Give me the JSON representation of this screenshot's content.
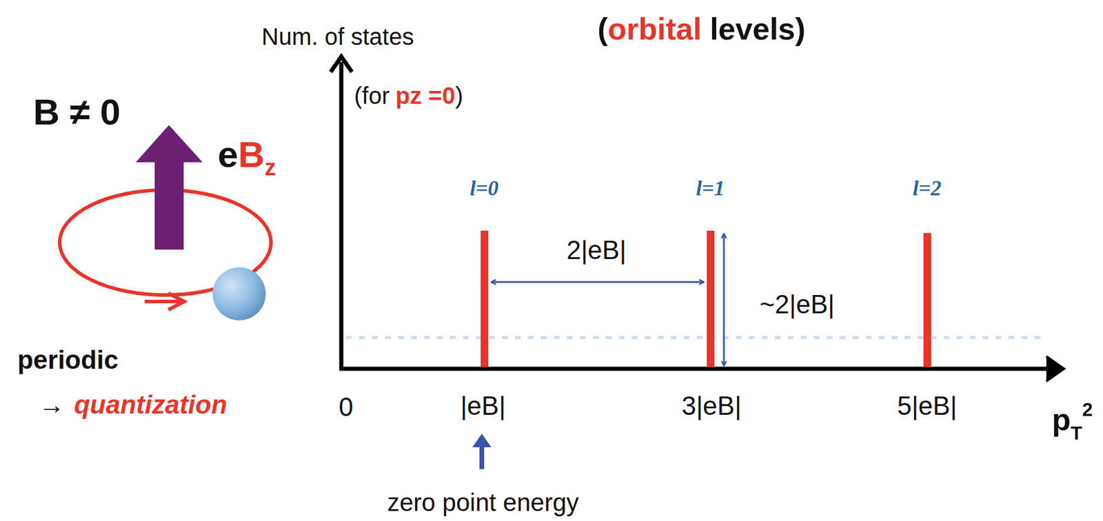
{
  "diagram": {
    "labels": [
      "(",
      "orbital",
      "levels)",
      "Num. of states",
      "(for",
      "pz =0",
      ")",
      "B ≠ 0",
      "e",
      "B",
      "z",
      "periodic",
      "→",
      "quantization",
      "l=0",
      "l=1",
      "l=2",
      "2|eB|",
      "~2|eB|",
      "0",
      "|eB|",
      "3|eB|",
      "5|eB|",
      "p",
      "T",
      "2",
      "zero point energy"
    ]
  }
}
